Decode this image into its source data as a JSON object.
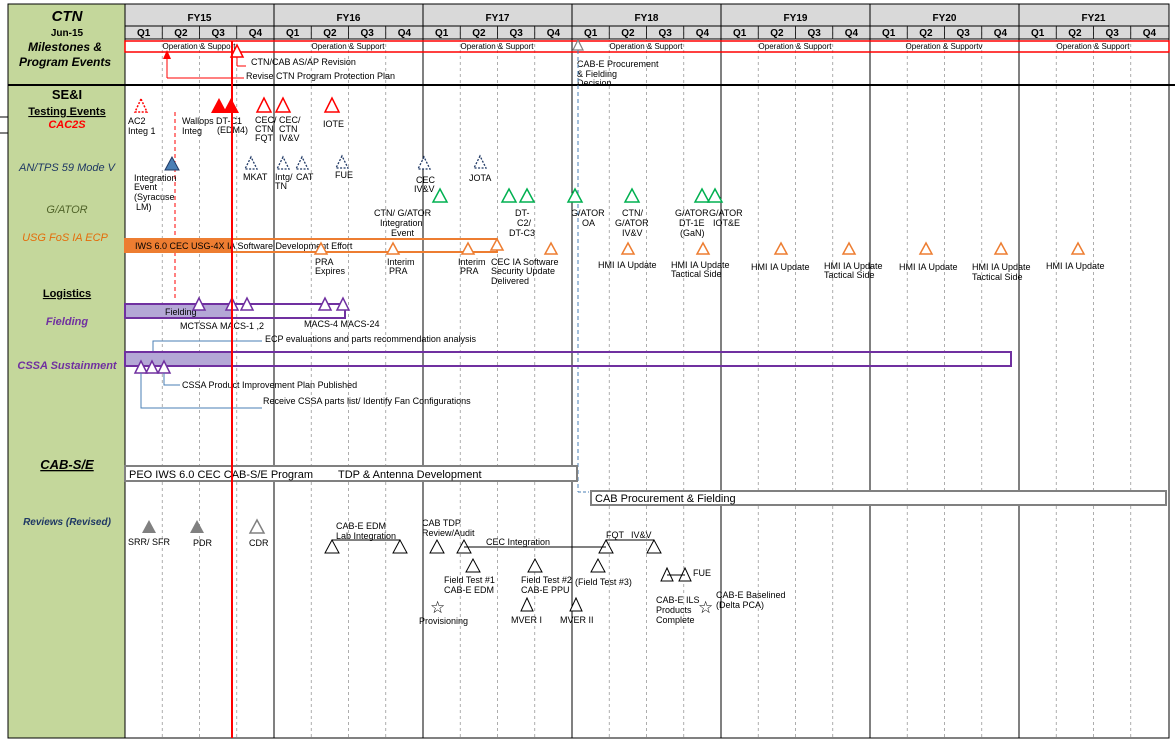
{
  "header": {
    "title": "CTN",
    "date": "Jun-15",
    "fiscal_years": [
      "FY15",
      "FY16",
      "FY17",
      "FY18",
      "FY19",
      "FY20",
      "FY21"
    ],
    "quarters": [
      "Q1",
      "Q2",
      "Q3",
      "Q4"
    ]
  },
  "rows": {
    "milestones": "Milestones & Program Events",
    "sei": "SE&I",
    "testing": "Testing Events",
    "cac2s": "CAC2S",
    "antps": "AN/TPS 59 Mode V",
    "gator": "G/ATOR",
    "usg": "USG FoS IA ECP",
    "logistics": "Logistics",
    "fielding": "Fielding",
    "cssa": "CSSA Sustainment",
    "cabse": "CAB-S/E",
    "reviews": "Reviews (Revised)"
  },
  "colors": {
    "green_panel": "#c4d79b",
    "header_bg": "#d9d9d9",
    "red": "#ff0000",
    "navy": "#1f3864",
    "green": "#00b050",
    "orange": "#ed7d31",
    "purple": "#7030a0",
    "lavender": "#b4a7d6",
    "gray": "#808080",
    "steelblue": "#4a7fb5"
  },
  "milestones": {
    "ops": [
      "Operation & Support",
      "Operation & Support",
      "Operation & Support",
      "Operation & Support",
      "Operation & Support",
      "Operation & Supportv",
      "Operation & Support"
    ],
    "ctn_cab": "CTN/CAB AS/AP Revision",
    "revise": "Revise CTN Program Protection Plan",
    "cabe_proc": [
      "CAB-E Procurement",
      "& Fielding",
      "Decision"
    ]
  },
  "testing": {
    "ac2": [
      "AC2",
      "Integ 1"
    ],
    "wallops": [
      "Wallops",
      "Integ"
    ],
    "dtc1": [
      "DT-C1",
      "(EDM4)"
    ],
    "cec_ctn_fqt": [
      "CEC/",
      "CTN",
      "FQT"
    ],
    "cec_ctn_ivv": [
      "CEC/",
      "CTN",
      "IV&V"
    ],
    "iote": "IOTE"
  },
  "antps": {
    "integ_event": [
      "Integration",
      "Event",
      "(Syracuse",
      "LM)"
    ],
    "mkat": "MKAT",
    "intg_tn": [
      "Intg/",
      "TN"
    ],
    "cat": "CAT",
    "fue": "FUE",
    "cec_ivv": [
      "CEC",
      "IV&V"
    ],
    "jota": "JOTA"
  },
  "gator": {
    "ctn_gator_integ": [
      "CTN/ G/ATOR",
      "Integration",
      "Event"
    ],
    "dtc2": [
      "DT-",
      "C2/",
      "DT-C3"
    ],
    "gator_oa": [
      "G/ATOR",
      "OA"
    ],
    "ctn_gator_ivv": [
      "CTN/",
      "G/ATOR",
      "IV&V"
    ],
    "gator_dt1e": [
      "G/ATOR",
      "DT-1E",
      "(GaN)"
    ],
    "gator_iote": [
      "G/ATOR",
      "IOT&E"
    ]
  },
  "usg": {
    "bar": "IWS 6.0 CEC USG-4X IA Software Development Effort",
    "pra_exp": [
      "PRA",
      "Expires"
    ],
    "interim1": [
      "Interim",
      "PRA"
    ],
    "interim2": [
      "Interim",
      "PRA"
    ],
    "cec_ia": [
      "CEC IA Software",
      "Security Update",
      "Delivered"
    ],
    "hmi1": "HMI IA Update",
    "hmi_tac1": [
      "HMI IA Update",
      "Tactical Side"
    ],
    "hmi2": "HMI IA Update",
    "hmi_tac2": [
      "HMI IA Update",
      "Tactical Side"
    ],
    "hmi3": "HMI IA Update",
    "hmi_tac3": [
      "HMI IA Update",
      "Tactical Side"
    ],
    "hmi4": "HMI IA Update"
  },
  "fielding": {
    "bar": "Fielding",
    "mctssa": "MCTSSA",
    "macs12": "MACS-1 ,2",
    "macs424": "MACS-4 MACS-24",
    "ecp": "ECP evaluations and parts recommendation analysis"
  },
  "cssa": {
    "pip": "CSSA Product Improvement Plan Published",
    "receive": "Receive CSSA parts list/ Identify Fan Configurations"
  },
  "cabse": {
    "bar1": "PEO  IWS 6.0 CEC CAB-S/E Program",
    "bar1b": "TDP & Antenna Development",
    "bar2": "CAB Procurement & Fielding"
  },
  "reviews": {
    "srr": "SRR/ SFR",
    "pdr": "PDR",
    "cdr": "CDR",
    "cabe_edm": [
      "CAB-E EDM",
      "Lab Integration"
    ],
    "cab_tdp": [
      "CAB TDP",
      "Review/Audit"
    ],
    "cec_integ": "CEC Integration",
    "fqt": "FQT",
    "ivv": "IV&V",
    "ft1": [
      "Field Test #1",
      "CAB-E EDM"
    ],
    "ft2": [
      "Field Test #2",
      "CAB-E PPU"
    ],
    "ft3": "(Field Test #3)",
    "fue": "FUE",
    "cabe_ils": [
      "CAB-E ILS",
      "Products",
      "Complete"
    ],
    "baselined": [
      "CAB-E Baselined",
      "(Delta PCA)"
    ],
    "provisioning": "Provisioning",
    "mver1": "MVER I",
    "mver2": "MVER II"
  }
}
